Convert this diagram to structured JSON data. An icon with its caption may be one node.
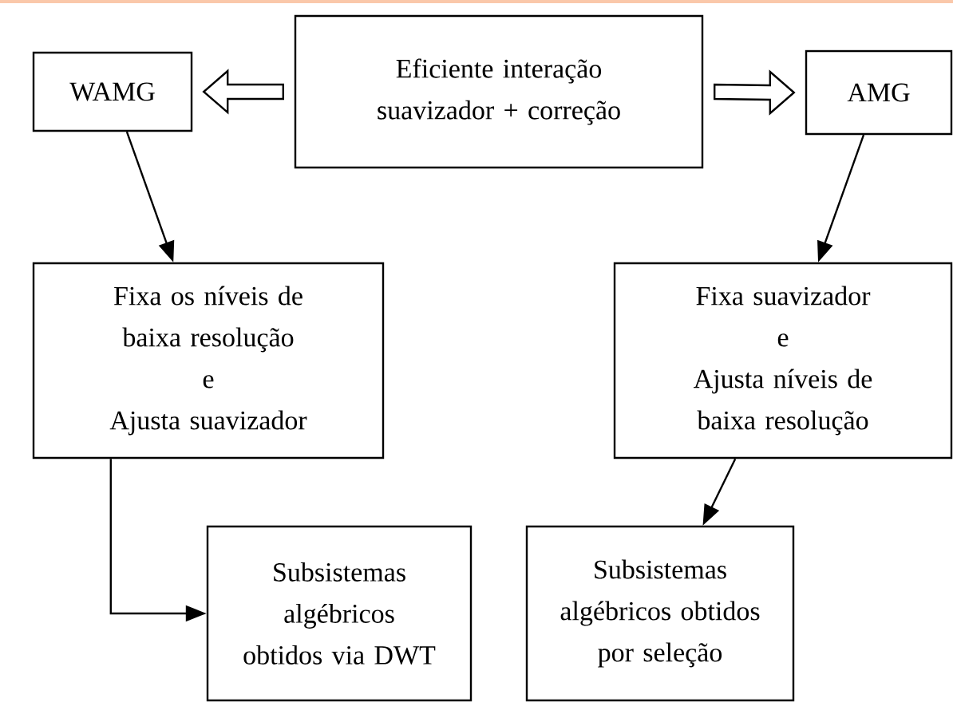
{
  "diagram": {
    "nodes": [
      {
        "text": [
          "Eficiente interação suavizador + correção"
        ]
      },
      {
        "text": [
          "WAMG"
        ]
      },
      {
        "text": [
          "AMG"
        ]
      },
      {
        "text": [
          "Fixa os níveis de baixa resolução",
          "e",
          "Ajusta suavizador"
        ]
      },
      {
        "text": [
          "Fixa suavizador",
          "e",
          "Ajusta níveis de baixa resolução"
        ]
      },
      {
        "text": [
          "Subsistemas algébricos obtidos via DWT"
        ]
      },
      {
        "text": [
          "Subsistemas algébricos obtidos por seleção"
        ]
      }
    ],
    "edges": [
      {
        "from": 0,
        "to": 1,
        "arrow": "to"
      },
      {
        "from": 0,
        "to": 2,
        "arrow": "to"
      },
      {
        "from": 1,
        "to": 3,
        "arrow": "to"
      },
      {
        "from": 2,
        "to": 4,
        "arrow": "to"
      },
      {
        "from": 3,
        "to": 5,
        "arrow": "to"
      },
      {
        "from": 4,
        "to": 6,
        "arrow": "to"
      }
    ]
  }
}
